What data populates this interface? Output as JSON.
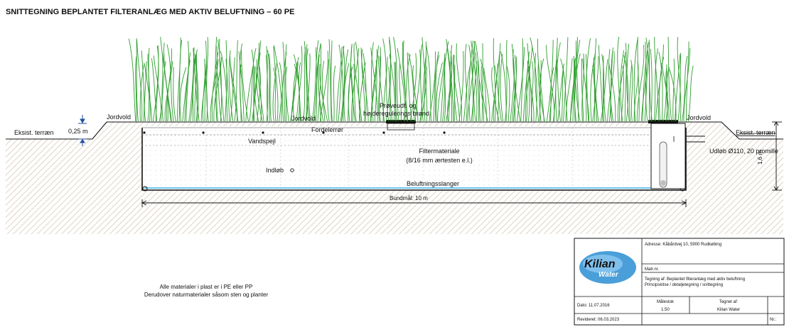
{
  "title": "SNITTEGNING BEPLANTET FILTERANLÆG MED AKTIV BELUFTNING – 60 PE",
  "labels": {
    "terrain_left": "Eksist. terræn",
    "terrain_right": "Eksist. terræn",
    "depth": "0,25 m",
    "jordvold_left": "Jordvold",
    "jordvold_center": "Jordvold",
    "jordvold_right": "Jordvold",
    "proeve_line1": "Prøveudt. og",
    "proeve_line2": "højderegulerings brønd",
    "fordelerroer": "Fordelerrør",
    "vandspejl": "Vandspejl",
    "filter_line1": "Filtermateriale",
    "filter_line2": "(8/16 mm ærtesten e.l.)",
    "indloeb": "Indløb",
    "udloeb": "Udløb Ø110, 20 promille",
    "height": "1,6 m",
    "beluftning": "Beluftningsslanger",
    "bundmaal": "Bundmål: 10 m"
  },
  "notes": {
    "line1": "Alle materialer i plast er i PE eller PP",
    "line2": "Derudover naturmaterialer såsom sten og planter"
  },
  "title_block": {
    "logo_line1": "Kilian",
    "logo_line2": "Water",
    "address": "Adresse: Kåbårdvej 10, 5900 Rudkøbing",
    "matr": "Matr.nr.",
    "drawing_line1": "Tegning af: Beplantet filteranlæg med aktiv beluftning",
    "drawing_line2": "Principskitse / detaljetegning / snittegning",
    "date": "Dato: 11.07.2016",
    "scale_label": "Målestok",
    "scale_value": "1:50",
    "drawn_label": "Tegnet af:",
    "drawn_value": "Kilian Water",
    "revised": "Revideret: 06.03.2023",
    "nr": "Nr.:"
  },
  "colors": {
    "grass": "#2e9e2e",
    "soil_hatch": "#d9cdbf",
    "water_line": "#6ec6ee",
    "logo_blue": "#4a9fd9"
  }
}
